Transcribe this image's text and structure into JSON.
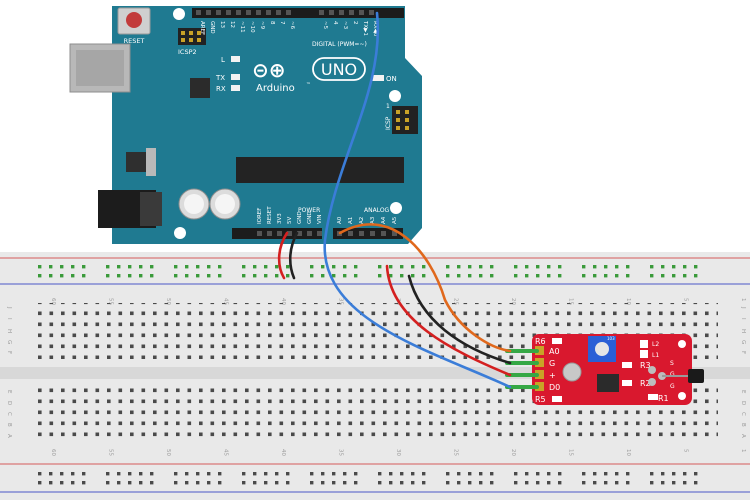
{
  "arduino": {
    "reset_label": "RESET",
    "icsp2_label": "ICSP2",
    "icsp_label": "ICSP",
    "icsp_pin1": "1",
    "led_l": "L",
    "led_tx": "TX",
    "led_rx": "RX",
    "led_on": "ON",
    "logo_symbol": "⊝⊕",
    "uno_label": "UNO",
    "brand_label": "Arduino",
    "trademark": "™",
    "digital_header_label": "DIGITAL (PWM=~)",
    "digital_pins": [
      "AREF",
      "GND",
      "13",
      "12",
      "~11",
      "~10",
      "~9",
      "8",
      "7",
      "~6",
      "~5",
      "4",
      "~3",
      "2",
      "TX▶1",
      "RX◀0"
    ],
    "power_header_label": "POWER",
    "power_pins": [
      "IOREF",
      "RESET",
      "3V3",
      "5V",
      "GND",
      "GND",
      "VIN"
    ],
    "analog_header_label": "ANALOG IN",
    "analog_pins": [
      "A0",
      "A1",
      "A2",
      "A3",
      "A4",
      "A5"
    ]
  },
  "breadboard": {
    "row_letters_top": [
      "J",
      "I",
      "H",
      "G",
      "F"
    ],
    "row_letters_bottom": [
      "E",
      "D",
      "C",
      "B",
      "A"
    ],
    "column_numbers": [
      "60",
      "55",
      "50",
      "45",
      "40",
      "35",
      "30",
      "25",
      "20",
      "15",
      "10",
      "5",
      "1"
    ]
  },
  "sensor": {
    "pin_labels": [
      "A0",
      "G",
      "+",
      "D0"
    ],
    "resistor_labels": [
      "R6",
      "R5",
      "R3",
      "R2",
      "R1"
    ],
    "led_labels": [
      "L2",
      "L1"
    ],
    "probe_labels": [
      "S",
      "G",
      "G"
    ],
    "pot_label": "103"
  },
  "colors": {
    "board": "#1f7a91",
    "breadboard": "#e9e9e9",
    "sensor": "#d9182e",
    "wire_blue": "#3b7dd8",
    "wire_red": "#d42020",
    "wire_black": "#222222",
    "wire_orange": "#e0681c",
    "wire_green": "#35a845"
  },
  "wires": [
    {
      "color": "blue",
      "from": "D2",
      "to": "D0"
    },
    {
      "color": "red",
      "from": "5V",
      "to": "+"
    },
    {
      "color": "black",
      "from": "GND",
      "to": "G"
    },
    {
      "color": "orange",
      "from": "A0",
      "to": "A0"
    }
  ]
}
